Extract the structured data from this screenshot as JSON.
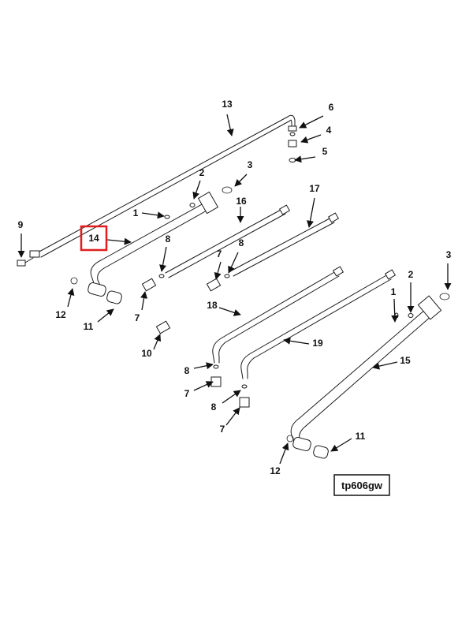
{
  "diagram": {
    "figure_id": "tp606gw",
    "highlight_color": "#e11d1d",
    "ink_color": "#111111",
    "callouts": {
      "c13": "13",
      "c6": "6",
      "c4": "4",
      "c5": "5",
      "c3a": "3",
      "c2a": "2",
      "c1a": "1",
      "c16": "16",
      "c17": "17",
      "c9": "9",
      "c14": "14",
      "c8a": "8",
      "c8b": "8",
      "c7a": "7",
      "c7b": "7",
      "c12a": "12",
      "c11a": "11",
      "c10": "10",
      "c18": "18",
      "c19": "19",
      "c8c": "8",
      "c7c": "7",
      "c8d": "8",
      "c7d": "7",
      "c3b": "3",
      "c2b": "2",
      "c1b": "1",
      "c15": "15",
      "c11b": "11",
      "c12b": "12"
    }
  }
}
